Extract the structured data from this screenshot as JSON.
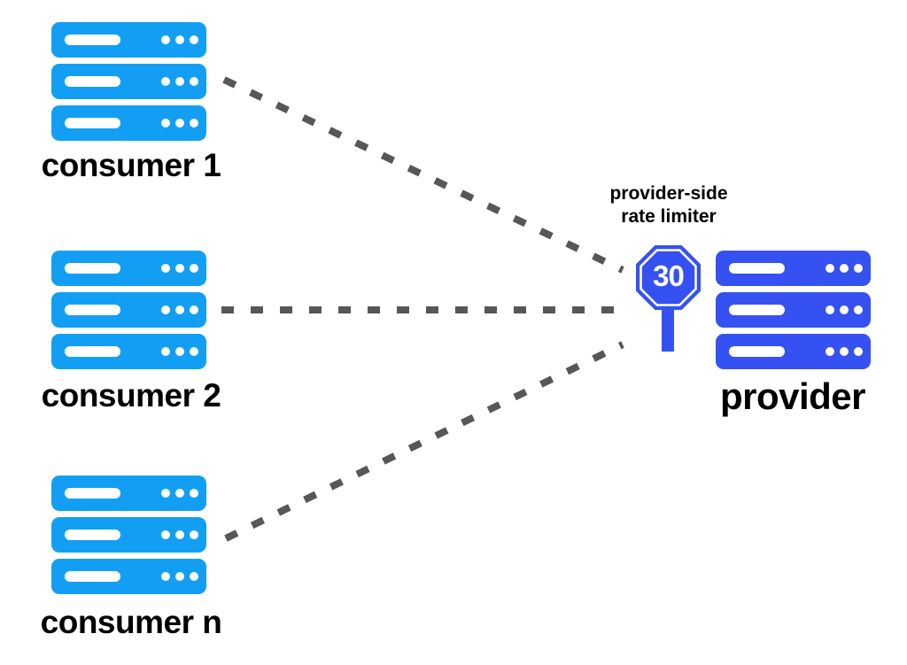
{
  "diagram": {
    "consumers": [
      {
        "label": "consumer 1"
      },
      {
        "label": "consumer 2"
      },
      {
        "label": "consumer n"
      }
    ],
    "provider": {
      "label": "provider"
    },
    "rate_limiter": {
      "caption_line1": "provider-side",
      "caption_line2": "rate limiter",
      "sign_value": "30"
    },
    "icons": {
      "consumer": "server-stack-icon",
      "provider": "server-stack-icon",
      "rate_limiter": "stop-sign-icon"
    },
    "colors": {
      "consumer_blue": "#129FF3",
      "provider_blue": "#3551F2",
      "line_gray": "#575757",
      "text_black": "#000000",
      "background": "#FFFFFF"
    }
  }
}
